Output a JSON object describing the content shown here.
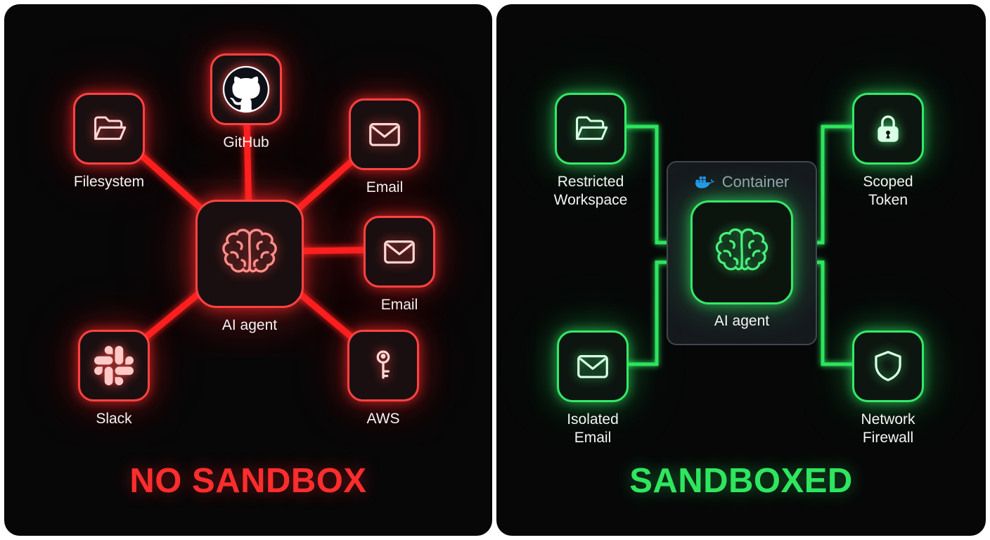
{
  "colors": {
    "danger": "#ff2b2b",
    "safe": "#2ee65f",
    "docker_blue": "#2496ed"
  },
  "left_panel": {
    "title": "NO SANDBOX",
    "agent": {
      "label": "AI agent",
      "icon": "brain-icon"
    },
    "nodes": [
      {
        "id": "filesystem",
        "label": "Filesystem",
        "icon": "folder-icon"
      },
      {
        "id": "github",
        "label": "GitHub",
        "icon": "github-icon"
      },
      {
        "id": "email-top",
        "label": "Email",
        "icon": "envelope-icon"
      },
      {
        "id": "email-right",
        "label": "Email",
        "icon": "envelope-icon"
      },
      {
        "id": "slack",
        "label": "Slack",
        "icon": "slack-icon"
      },
      {
        "id": "aws",
        "label": "AWS",
        "icon": "key-icon"
      }
    ]
  },
  "right_panel": {
    "title": "SANDBOXED",
    "container_label": "Container",
    "agent": {
      "label": "AI agent",
      "icon": "brain-icon"
    },
    "nodes": [
      {
        "id": "restricted-workspace",
        "label": "Restricted Workspace",
        "icon": "folder-icon"
      },
      {
        "id": "scoped-token",
        "label": "Scoped Token",
        "icon": "lock-icon"
      },
      {
        "id": "isolated-email",
        "label": "Isolated Email",
        "icon": "envelope-icon"
      },
      {
        "id": "network-firewall",
        "label": "Network Firewall",
        "icon": "shield-icon"
      }
    ]
  }
}
